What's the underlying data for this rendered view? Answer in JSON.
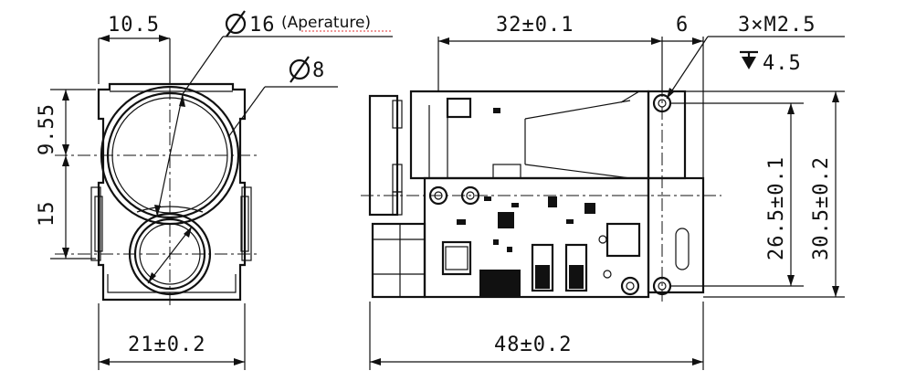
{
  "front_view": {
    "width_top": "10.5",
    "diameter_large": "16",
    "aperture_note": "(Aperature)",
    "diameter_small": "8",
    "height_upper": "9.55",
    "height_lower": "15",
    "width_bottom": "21±0.2"
  },
  "side_view": {
    "length_top": "32±0.1",
    "offset_top": "6",
    "hole_spec": "3×M2.5",
    "hole_depth": "4.5",
    "height_inner": "26.5±0.1",
    "height_outer": "30.5±0.2",
    "length_bottom": "48±0.2"
  },
  "colors": {
    "line": "#111111",
    "annotation_underline": "#e03030"
  },
  "icons": {
    "diameter": "diameter-symbol",
    "depth": "depth-symbol"
  }
}
